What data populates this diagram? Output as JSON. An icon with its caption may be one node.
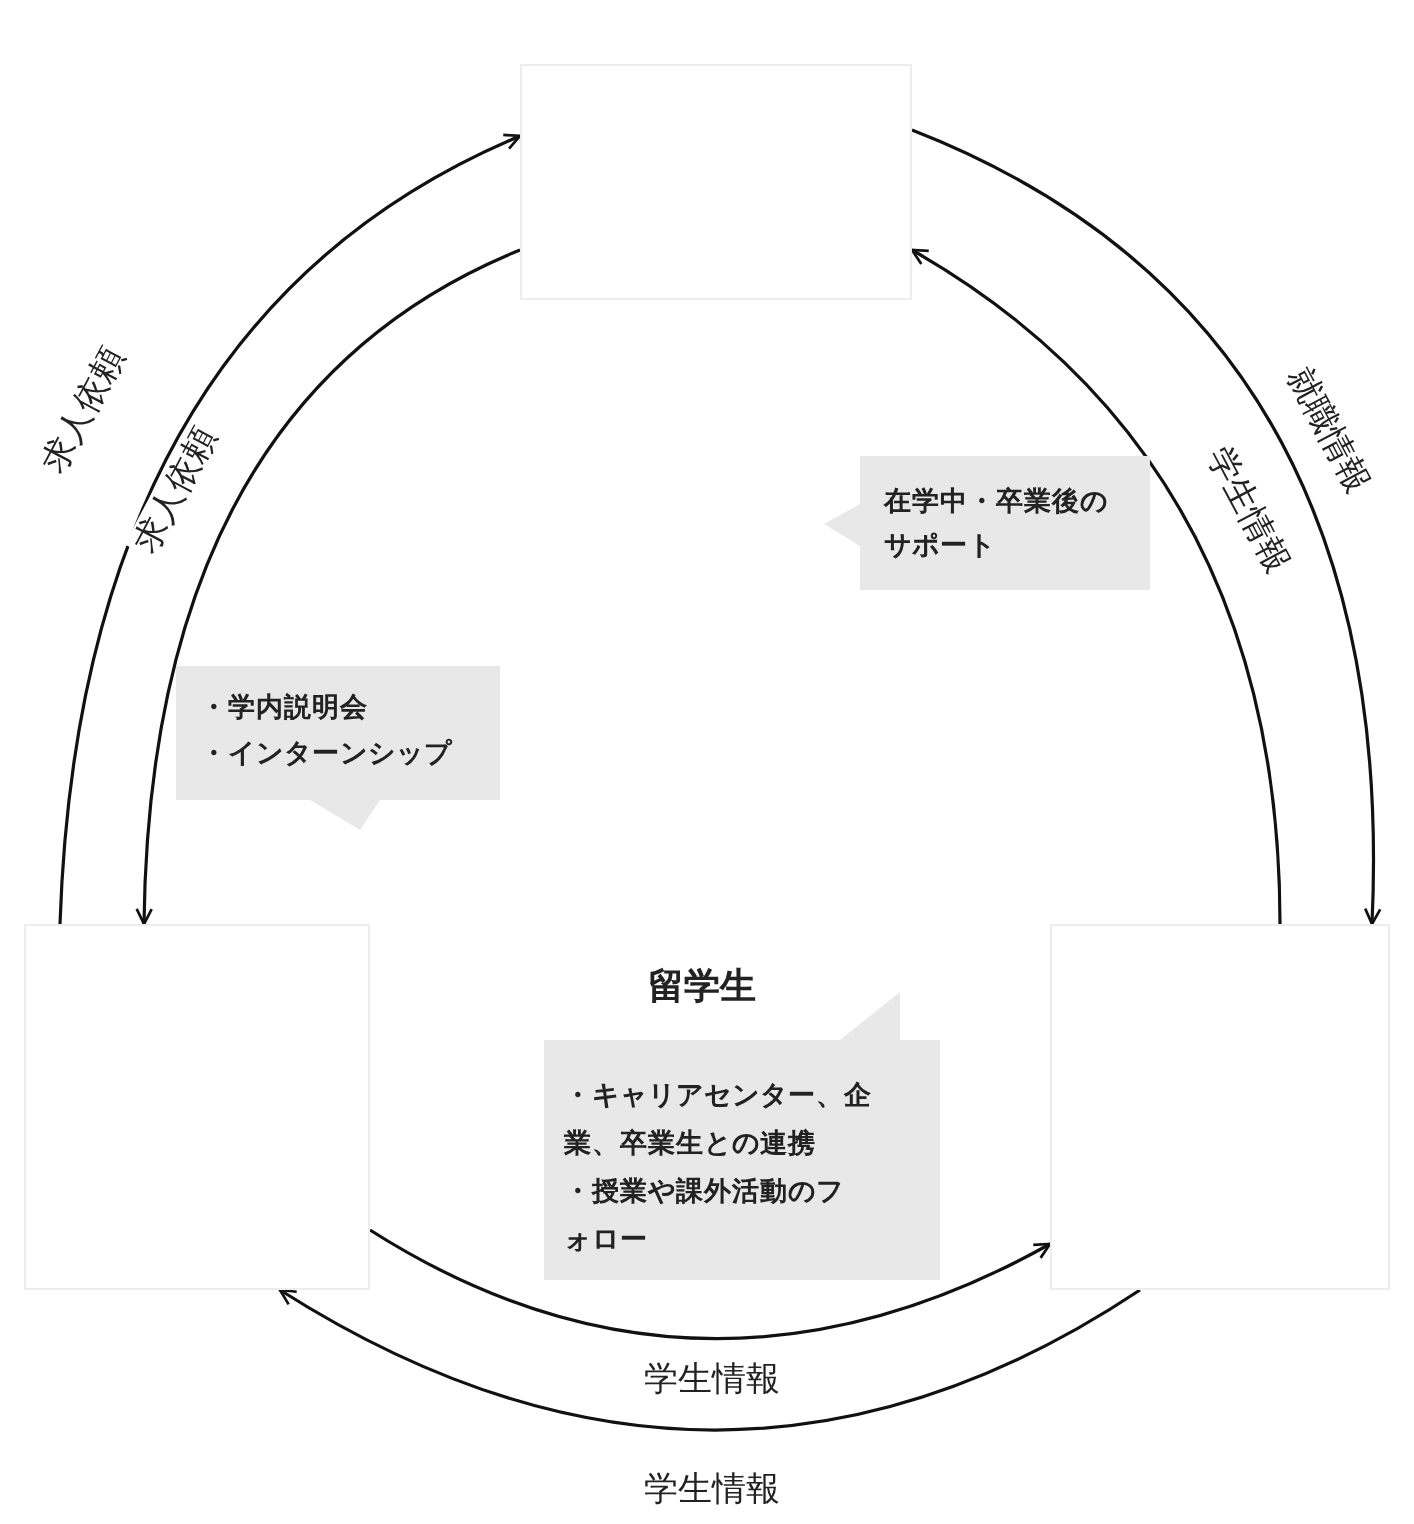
{
  "diagram": {
    "nodes": [
      {
        "text": [],
        "shape": "box"
      },
      {
        "text": [],
        "shape": "box"
      },
      {
        "text": [],
        "shape": "box"
      },
      {
        "text": [
          "・学内説明会",
          "・インターンシップ"
        ]
      },
      {
        "text": [
          "在学中・卒業後のサポート"
        ]
      },
      {
        "text": [
          "留学生",
          "・キャリアセンター、企業、卒業生との連携",
          "・授業や課外活動のフォロー"
        ]
      }
    ],
    "edges": [
      {
        "from": 1,
        "to": 0,
        "arrow": "to",
        "label": "求人依頼"
      },
      {
        "from": 0,
        "to": 1,
        "arrow": "to",
        "label": "求人依頼"
      },
      {
        "from": 0,
        "to": 2,
        "arrow": "to",
        "label": "就職情報"
      },
      {
        "from": 2,
        "to": 0,
        "arrow": "to",
        "label": "学生情報"
      },
      {
        "from": 1,
        "to": 2,
        "arrow": "to",
        "label": "学生情報"
      },
      {
        "from": 2,
        "to": 1,
        "arrow": "to",
        "label": "学生情報"
      }
    ]
  }
}
